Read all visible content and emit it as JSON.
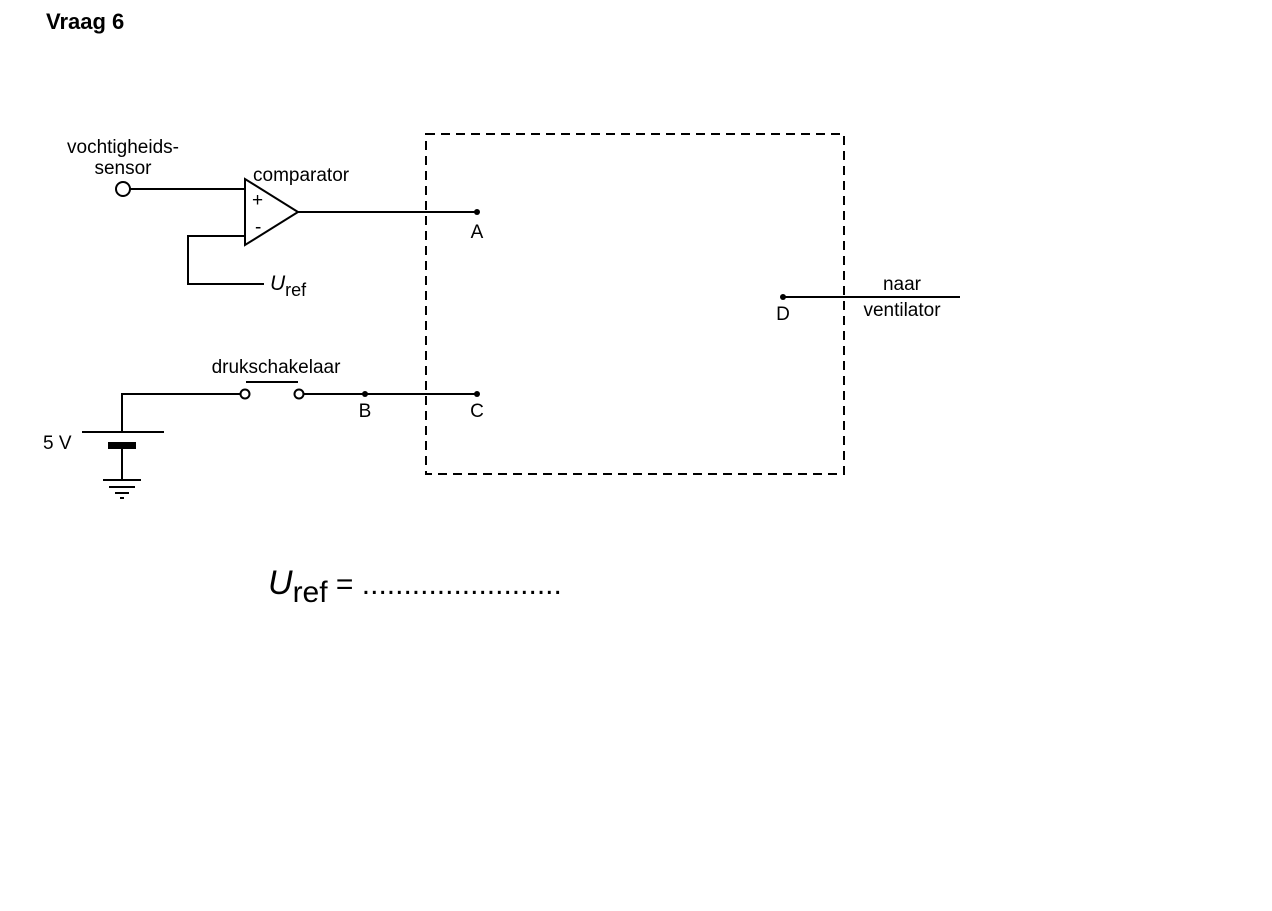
{
  "heading": "Vraag 6",
  "labels": {
    "sensor_line1": "vochtigheids-",
    "sensor_line2": "sensor",
    "comparator": "comparator",
    "plus": "+",
    "minus": "-",
    "uref_symbol": "U",
    "uref_sub": "ref",
    "drukschakelaar": "drukschakelaar",
    "voltage": "5 V",
    "point_a": "A",
    "point_b": "B",
    "point_c": "C",
    "point_d": "D",
    "naar": "naar",
    "ventilator": "ventilator"
  },
  "answer": {
    "symbol": "U",
    "sub": "ref",
    "equals": " = ",
    "dots": "........................"
  }
}
